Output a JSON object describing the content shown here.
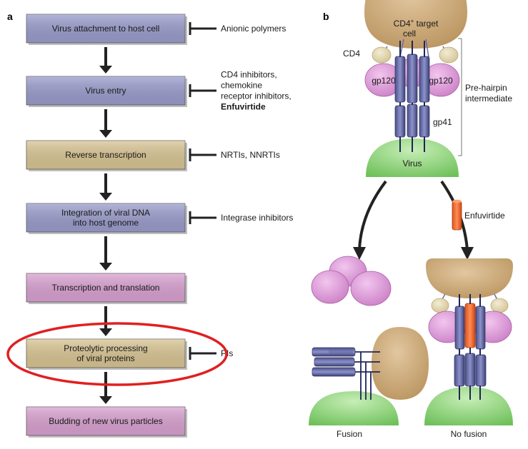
{
  "panel_a": {
    "label": "a",
    "steps": [
      {
        "text": [
          "Virus attachment to host cell"
        ],
        "color": "#9a9ccc",
        "inhibitor": [
          "Anionic polymers"
        ],
        "bold_last": false
      },
      {
        "text": [
          "Virus entry"
        ],
        "color": "#9a9ccc",
        "inhibitor": [
          "CD4 inhibitors,",
          "chemokine",
          "receptor inhibitors,",
          "Enfuvirtide"
        ],
        "bold_last": true
      },
      {
        "text": [
          "Reverse transcription"
        ],
        "color": "#d9c593",
        "inhibitor": [
          "NRTIs, NNRTIs"
        ],
        "bold_last": false
      },
      {
        "text": [
          "Integration of viral DNA",
          "into host genome"
        ],
        "color": "#9a9ccc",
        "inhibitor": [
          "Integrase inhibitors"
        ],
        "bold_last": false
      },
      {
        "text": [
          "Transcription and translation"
        ],
        "color": "#d9a1d1",
        "inhibitor": [],
        "bold_last": false
      },
      {
        "text": [
          "Proteolytic processing",
          "of viral proteins"
        ],
        "color": "#d9c593",
        "inhibitor": [
          "PIs"
        ],
        "bold_last": false
      },
      {
        "text": [
          "Budding of new virus particles"
        ],
        "color": "#d9a1d1",
        "inhibitor": [],
        "bold_last": false
      }
    ],
    "highlight_color": "#e02020"
  },
  "panel_b": {
    "label": "b",
    "target_cell_label": "CD4",
    "target_cell_sup": "+",
    "target_cell_rest": " target",
    "target_cell_line2": "cell",
    "cd4_label": "CD4",
    "gp120_label": "gp120",
    "gp41_label": "gp41",
    "virus_label": "Virus",
    "prehairpin_label": [
      "Pre-hairpin",
      "intermediate"
    ],
    "enfuvirtide_label": "Enfuvirtide",
    "fusion_label": "Fusion",
    "no_fusion_label": "No fusion"
  }
}
